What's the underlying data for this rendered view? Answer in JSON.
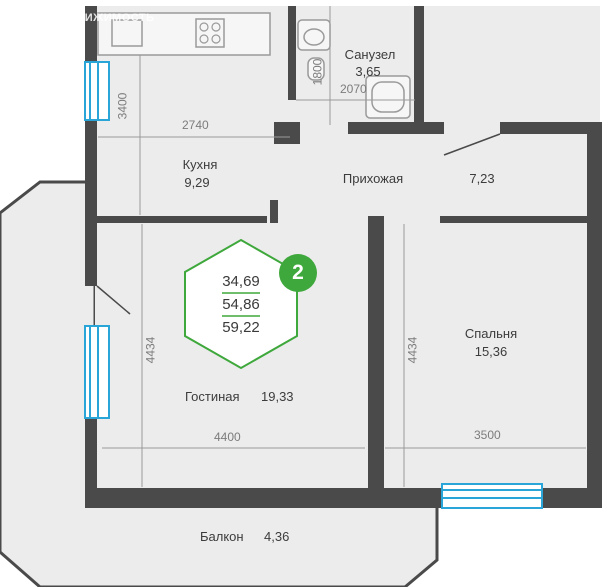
{
  "watermark": "ДВИЖИМОСТЬ",
  "rooms": {
    "bathroom": {
      "name": "Санузел",
      "area": "3,65"
    },
    "kitchen": {
      "name": "Кухня",
      "area": "9,29"
    },
    "hallway": {
      "name": "Прихожая",
      "area": "7,23"
    },
    "living": {
      "name": "Гостиная",
      "area": "19,33"
    },
    "bedroom": {
      "name": "Спальня",
      "area": "15,36"
    },
    "balcony": {
      "name": "Балкон",
      "area": "4,36"
    }
  },
  "dimensions": {
    "kitchen_width": "2740",
    "kitchen_depth": "3400",
    "bath_depth": "1800",
    "bath_width": "2070",
    "living_depth": "4434",
    "living_width": "4400",
    "bedroom_depth": "4434",
    "bedroom_width": "3500"
  },
  "summary": {
    "living_area": "34,69",
    "total_area": "54,86",
    "total_with_balcony": "59,22",
    "rooms_count": "2"
  },
  "colors": {
    "wall": "#4a4a4a",
    "floor": "#ececec",
    "accent": "#3fa83c",
    "window": "#2aa5d8"
  }
}
